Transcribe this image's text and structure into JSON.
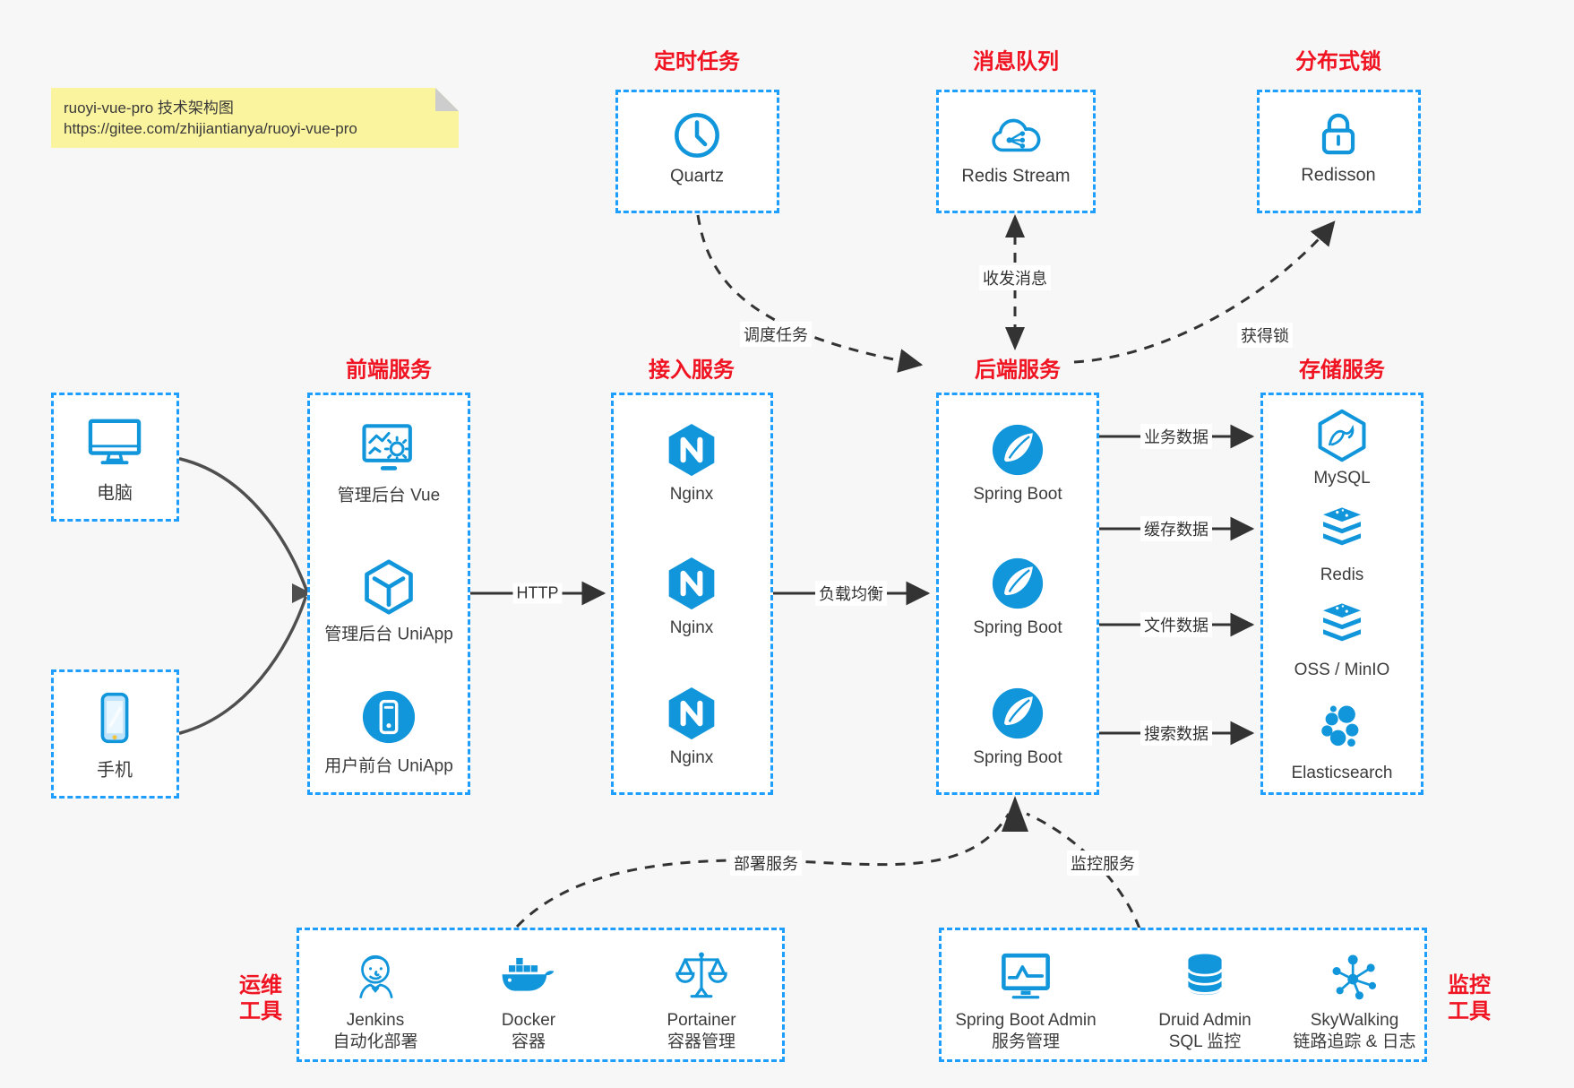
{
  "note": {
    "line1": "ruoyi-vue-pro 技术架构图",
    "line2": "https://gitee.com/zhijiantianya/ruoyi-vue-pro"
  },
  "colors": {
    "border_blue": "#1e9fff",
    "icon_blue": "#1296db",
    "title_red": "#f01422",
    "canvas_gray": "#f7f7f7",
    "note_yellow": "#fbf49e",
    "arrow_dark": "#333333",
    "arrow_gray": "#4f4f4f"
  },
  "sections": {
    "scheduler": {
      "title": "定时任务",
      "item_label": "Quartz",
      "icon": "clock-icon"
    },
    "mq": {
      "title": "消息队列",
      "item_label": "Redis Stream",
      "icon": "cloud-stream-icon"
    },
    "dlock": {
      "title": "分布式锁",
      "item_label": "Redisson",
      "icon": "lock-icon"
    },
    "clients": {
      "computer_label": "电脑",
      "phone_label": "手机"
    },
    "frontend": {
      "title": "前端服务",
      "items": [
        {
          "label": "管理后台 Vue",
          "icon": "admin-vue-icon"
        },
        {
          "label": "管理后台 UniApp",
          "icon": "uniapp-cube-icon"
        },
        {
          "label": "用户前台 UniApp",
          "icon": "user-uniapp-icon"
        }
      ]
    },
    "gateway": {
      "title": "接入服务",
      "items": [
        {
          "label": "Nginx",
          "icon": "nginx-icon"
        },
        {
          "label": "Nginx",
          "icon": "nginx-icon"
        },
        {
          "label": "Nginx",
          "icon": "nginx-icon"
        }
      ]
    },
    "backend": {
      "title": "后端服务",
      "items": [
        {
          "label": "Spring Boot",
          "icon": "spring-boot-icon"
        },
        {
          "label": "Spring Boot",
          "icon": "spring-boot-icon"
        },
        {
          "label": "Spring Boot",
          "icon": "spring-boot-icon"
        }
      ]
    },
    "storage": {
      "title": "存储服务",
      "items": [
        {
          "label": "MySQL",
          "icon": "mysql-icon"
        },
        {
          "label": "Redis",
          "icon": "redis-stack-icon"
        },
        {
          "label": "OSS / MinIO",
          "icon": "oss-stack-icon"
        },
        {
          "label": "Elasticsearch",
          "icon": "elasticsearch-icon"
        }
      ]
    },
    "ops": {
      "label_line1": "运维",
      "label_line2": "工具",
      "items": [
        {
          "name": "Jenkins",
          "desc": "自动化部署",
          "icon": "jenkins-icon"
        },
        {
          "name": "Docker",
          "desc": "容器",
          "icon": "docker-icon"
        },
        {
          "name": "Portainer",
          "desc": "容器管理",
          "icon": "portainer-icon"
        }
      ]
    },
    "monitoring": {
      "label_line1": "监控",
      "label_line2": "工具",
      "items": [
        {
          "name": "Spring Boot Admin",
          "desc": "服务管理",
          "icon": "spring-boot-admin-icon"
        },
        {
          "name": "Druid Admin",
          "desc": "SQL 监控",
          "icon": "druid-icon"
        },
        {
          "name": "SkyWalking",
          "desc": "链路追踪 & 日志",
          "icon": "skywalking-icon"
        }
      ]
    }
  },
  "edges": {
    "http": "HTTP",
    "lb": "负载均衡",
    "biz": "业务数据",
    "cache": "缓存数据",
    "file": "文件数据",
    "search": "搜索数据",
    "schedule": "调度任务",
    "message": "收发消息",
    "lock": "获得锁",
    "deploy": "部署服务",
    "monitor": "监控服务"
  }
}
